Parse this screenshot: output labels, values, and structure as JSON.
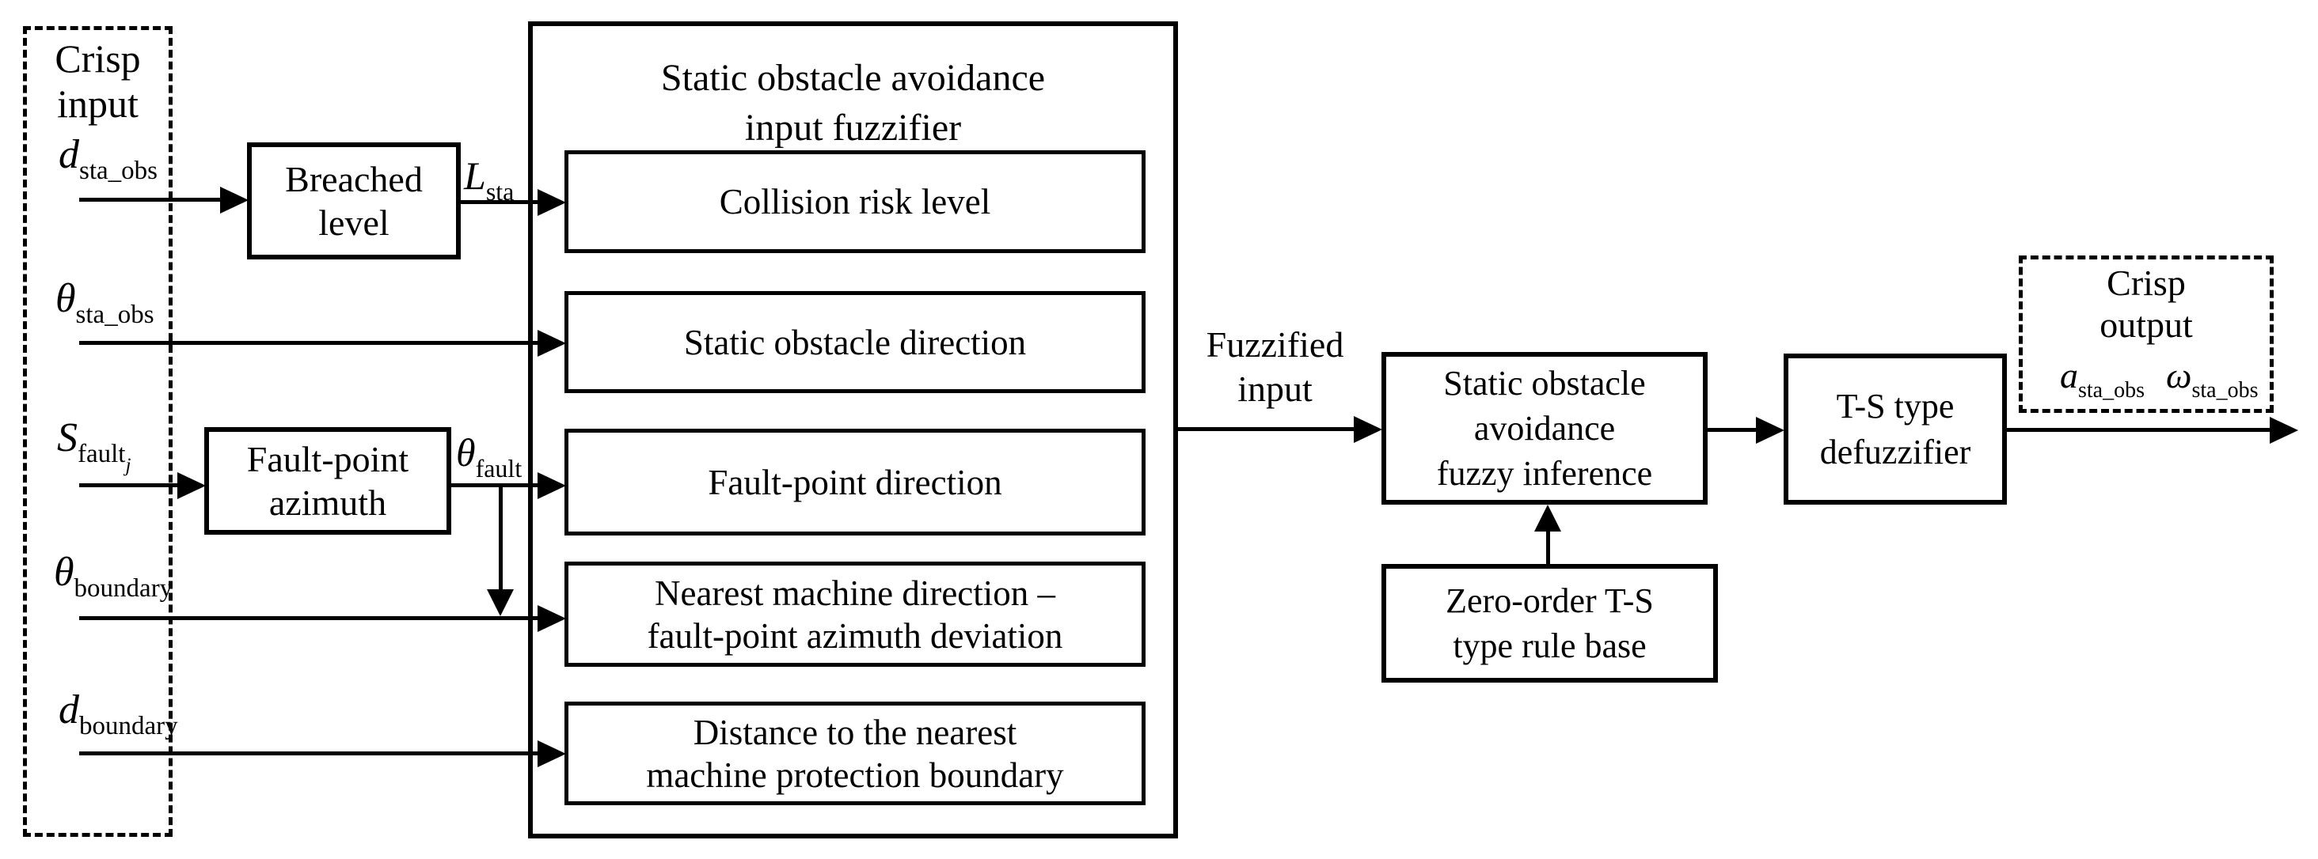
{
  "diagram": {
    "crisp_input": {
      "title": "Crisp\ninput",
      "inputs": [
        {
          "base": "d",
          "sub": "sta_obs"
        },
        {
          "base": "θ",
          "sub": "sta_obs"
        },
        {
          "base": "S",
          "sub": "fault",
          "subsub": "j"
        },
        {
          "base": "θ",
          "sub": "boundary"
        },
        {
          "base": "d",
          "sub": "boundary"
        }
      ]
    },
    "blocks": {
      "breached_level": "Breached\nlevel",
      "fault_point_azimuth": "Fault-point\nazimuth",
      "fuzzifier_title": "Static obstacle avoidance\ninput fuzzifier",
      "fuzzifier_items": [
        "Collision risk level",
        "Static obstacle direction",
        "Fault-point direction",
        "Nearest machine direction –\nfault-point azimuth deviation",
        "Distance to the nearest\nmachine protection boundary"
      ],
      "inference": "Static obstacle\navoidance\nfuzzy inference",
      "rule_base": "Zero-order T-S\ntype rule base",
      "defuzzifier": "T-S type\ndefuzzifier"
    },
    "signals": {
      "l_sta": {
        "base": "L",
        "sub": "sta"
      },
      "theta_fault": {
        "base": "θ",
        "sub": "fault"
      },
      "fuzzified_input": "Fuzzified\ninput"
    },
    "crisp_output": {
      "title": "Crisp\noutput",
      "outputs": [
        {
          "base": "a",
          "sub": "sta_obs"
        },
        {
          "base": "ω",
          "sub": "sta_obs"
        }
      ]
    },
    "colors": {
      "line": "#000000",
      "background": "#ffffff"
    }
  }
}
